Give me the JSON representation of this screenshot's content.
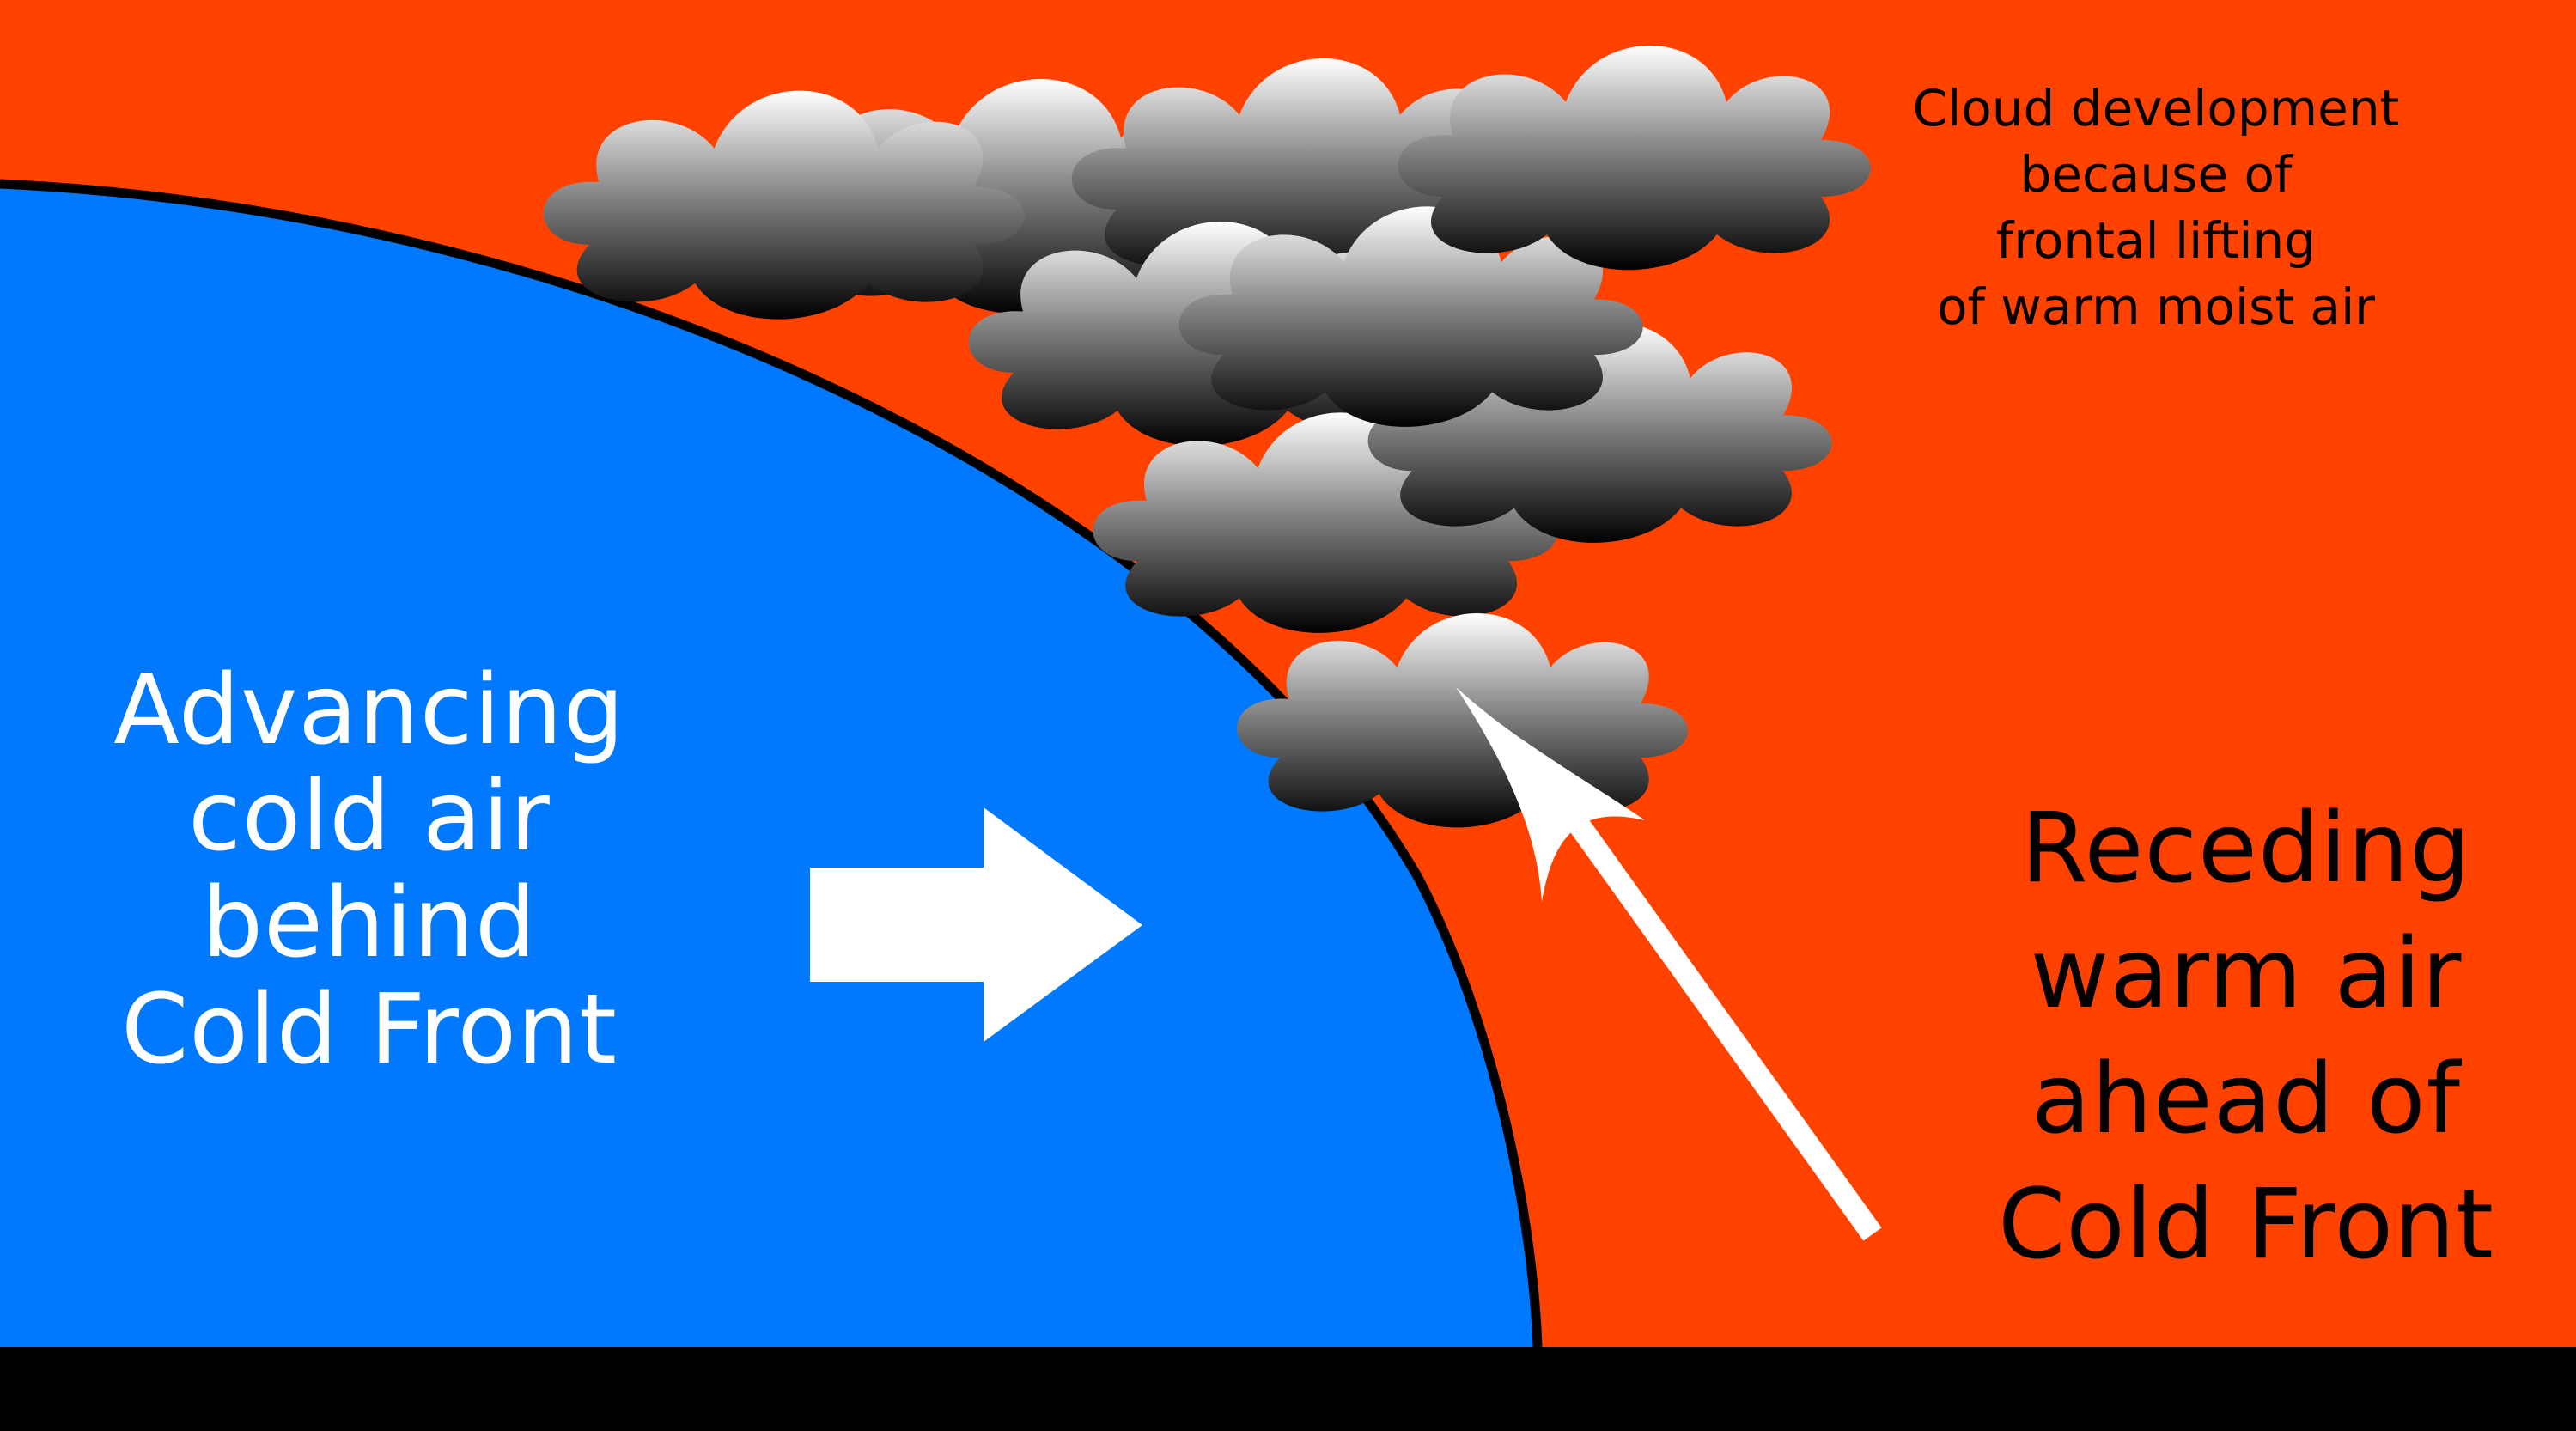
{
  "colors": {
    "warm_air": "#ff4200",
    "cold_air": "#0179ff",
    "ground": "#000000",
    "front_line": "#000000",
    "arrow": "#ffffff",
    "cloud_top": "#ffffff",
    "cloud_bottom": "#000000"
  },
  "labels": {
    "cold_air": {
      "line1": "Advancing",
      "line2": "cold air",
      "line3": "behind",
      "line4": "Cold Front"
    },
    "warm_air": {
      "line1": "Receding",
      "line2": "warm air",
      "line3": "ahead of",
      "line4": "Cold Front"
    },
    "cloud_development": {
      "line1": "Cloud development",
      "line2": "because of",
      "line3": "frontal lifting",
      "line4": "of warm moist air"
    }
  },
  "icons": {
    "advance_arrow": "right-arrow-icon",
    "lifting_arrow": "up-left-arrow-icon",
    "clouds": "cumulus-cloud-icon"
  }
}
